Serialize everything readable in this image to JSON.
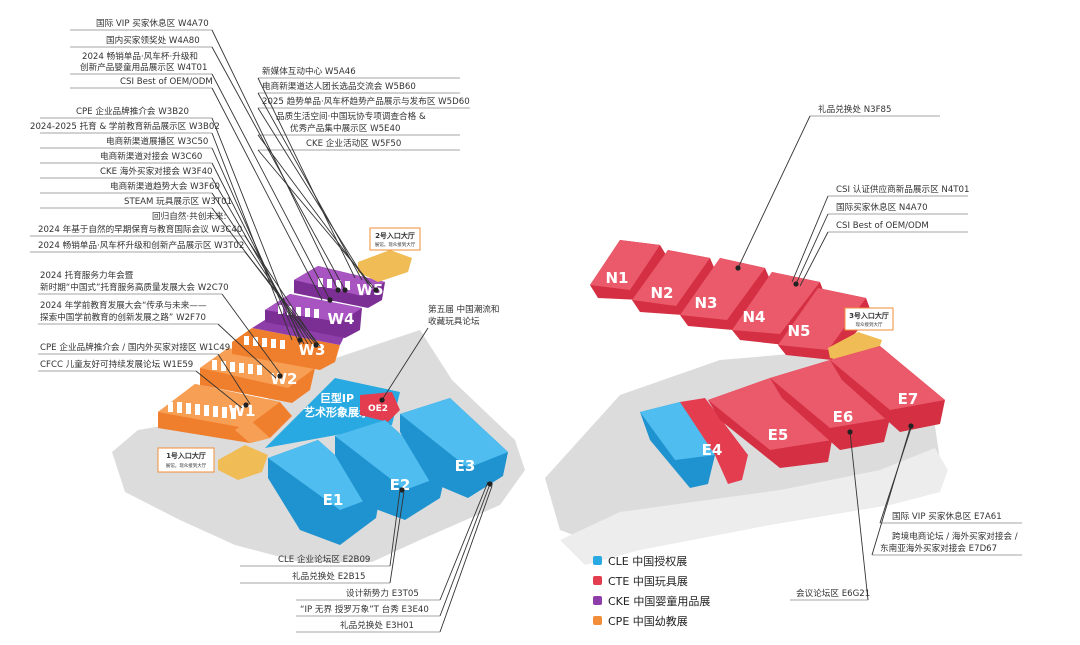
{
  "colors": {
    "cle": "#29a9e1",
    "cte": "#e33d4f",
    "cke": "#8e3ea8",
    "cpe": "#f28e3a",
    "entrance": "#f0bc55",
    "ground": "#d9d9d9"
  },
  "halls": {
    "w1": "W1",
    "w2": "W2",
    "w3": "W3",
    "w4": "W4",
    "w5": "W5",
    "e1": "E1",
    "e2": "E2",
    "e3": "E3",
    "e4": "E4",
    "e5": "E5",
    "e6": "E6",
    "e7": "E7",
    "n1": "N1",
    "n2": "N2",
    "n3": "N3",
    "n4": "N4",
    "n5": "N5",
    "oe2": "OE2",
    "ip_line1": "巨型IP",
    "ip_line2": "艺术形象展示"
  },
  "entrances": {
    "e1_title": "1号入口大厅",
    "e1_sub": "展馆，现众接到大厅",
    "e2_title": "2号入口大厅",
    "e2_sub": "展馆，现众接到大厅",
    "e3_title": "3号入口大厅",
    "e3_sub": "现众接到大厅"
  },
  "labels": {
    "top_left": [
      "国际 VIP 买家休息区 W4A70",
      "国内买家领奖处 W4A80",
      "2024 畅销单品·风车杯·升级和",
      "创新产品婴童用品展示区  W4T01",
      "CSI Best of OEM/ODM"
    ],
    "top_mid": [
      "新媒体互动中心 W5A46",
      "电商新渠道达人团长选品交流会 W5B60",
      "2025 趋势单品·风车杯趋势产品展示与发布区 W5D60",
      "品质生活空间·中国玩协专项调查合格 &",
      "优秀产品集中展示区 W5E40",
      "CKE 企业活动区  W5F50"
    ],
    "mid_left": [
      "CPE 企业品牌推介会 W3B20",
      "2024-2025 托育 & 学前教育新品展示区 W3B02",
      "电商新渠道展播区 W3C50",
      "电商新渠道对接会 W3C60",
      "CKE 海外买家对接会 W3F40",
      "电商新渠道趋势大会 W3F60",
      "STEAM 玩具展示区 W3T01",
      "回归自然·共创未来:",
      "2024 年基于自然的早期保育与教育国际会议 W3C40",
      "2024 畅销单品·风车杯升级和创新产品展示区 W3T02"
    ],
    "w2_block": [
      "2024 托育服务力年会暨",
      "新时期“中国式”托育服务高质量发展大会  W2C70",
      "2024 年学前教育发展大会“传承与未来——",
      "探索中国学前教育的创新发展之路”  W2F70"
    ],
    "w1_block": [
      "CPE 企业品牌推介会 / 国内外买家对接区 W1C49",
      "CFCC 儿童友好可持续发展论坛 W1E59"
    ],
    "forum": [
      "第五届 中国潮流和",
      "收藏玩具论坛"
    ],
    "bottom_mid": [
      "CLE 企业论坛区 E2B09",
      "礼品兑换处 E2B15",
      "设计新势力 E3T05",
      "“IP 无界 授罗万象”T 台秀  E3E40",
      "礼品兑换处 E3H01"
    ],
    "right_top": [
      "礼品兑换处 N3F85",
      "CSI 认证供应商新品展示区 N4T01",
      "国际买家休息区 N4A70",
      "CSI Best of OEM/ODM"
    ],
    "right_bottom": [
      "国际 VIP 买家休息区 E7A61",
      "跨境电商论坛 / 海外买家对接会 /",
      "东南亚海外买家对接会  E7D67",
      "会议论坛区 E6G21"
    ]
  },
  "legend": [
    {
      "label": "CLE 中国授权展",
      "color": "#29a9e1"
    },
    {
      "label": "CTE 中国玩具展",
      "color": "#e33d4f"
    },
    {
      "label": "CKE 中国婴童用品展",
      "color": "#8e3ea8"
    },
    {
      "label": "CPE 中国幼教展",
      "color": "#f28e3a"
    }
  ]
}
